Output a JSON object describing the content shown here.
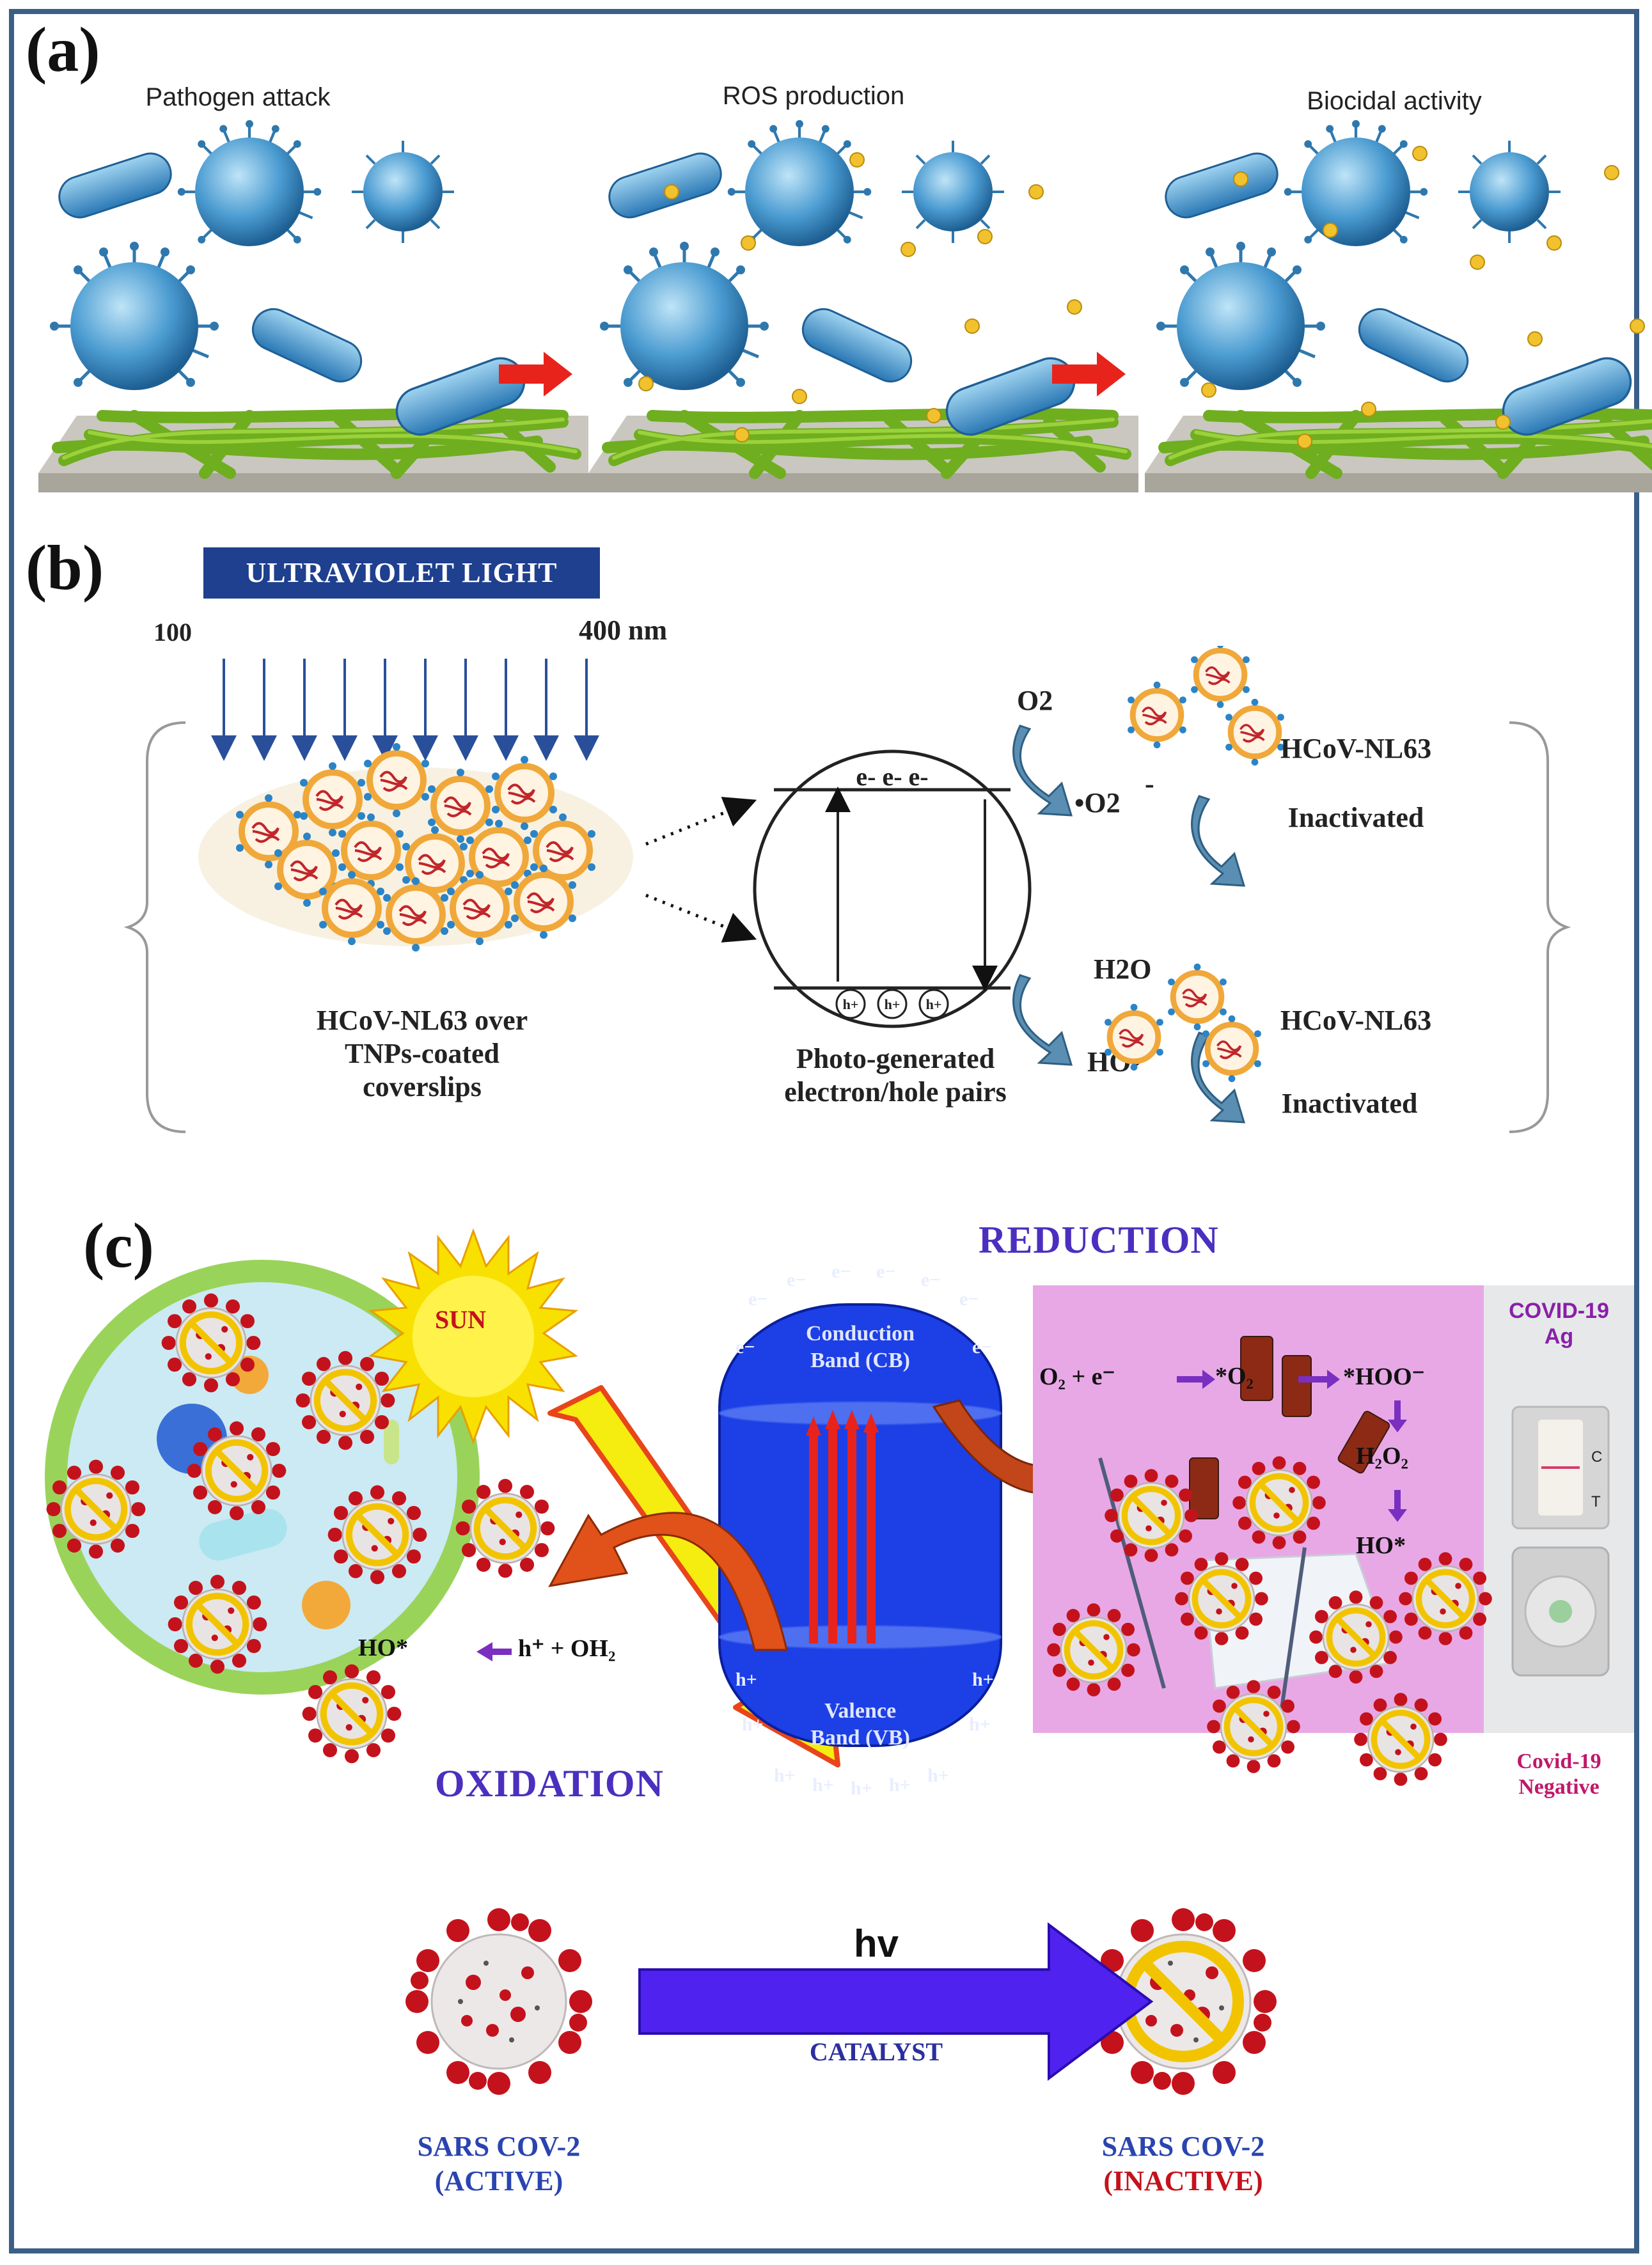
{
  "panel_a": {
    "letter": "(a)",
    "stages": [
      "Pathogen attack",
      "ROS production",
      "Biocidal activity"
    ]
  },
  "panel_b": {
    "letter": "(b)",
    "uv_banner": "ULTRAVIOLET LIGHT",
    "wl_start": "100",
    "wl_end": "400 nm",
    "left_caption": [
      "HCoV-NL63 over",
      "TNPs-coated",
      "coverslips"
    ],
    "band_electrons": "e-  e-  e-",
    "band_holes": [
      "h+",
      "h+",
      "h+"
    ],
    "band_caption": [
      "Photo-generated",
      "electron/hole pairs"
    ],
    "o2": "O2",
    "superoxide": "•O2",
    "superoxide_sup": "-",
    "h2o": "H2O",
    "hydroxyl": "HO•",
    "virus_label_top": "HCoV-NL63",
    "inactivated_top": "Inactivated",
    "virus_label_bottom": "HCoV-NL63",
    "inactivated_bottom": "Inactivated"
  },
  "panel_c": {
    "letter": "(c)",
    "sun": "SUN",
    "reduction": "REDUCTION",
    "oxidation": "OXIDATION",
    "cb_label": [
      "Conduction",
      "Band (CB)"
    ],
    "vb_label": [
      "Valence",
      "Band (VB)"
    ],
    "electron": "e−",
    "hole": "h+",
    "ho_star_left": "HO*",
    "h_oh2": "h⁺ + OH₂",
    "o2_e": "O₂ + e⁻",
    "o2_radical": "*O₂",
    "hoo": "*HOO⁻",
    "h2o2": "H₂O₂",
    "ho_star_right": "HO*",
    "test_title": [
      "COVID-19",
      "Ag"
    ],
    "test_marks": [
      "C",
      "T"
    ],
    "test_result": [
      "Covid-19",
      "Negative"
    ]
  },
  "bottom": {
    "hv": "hv",
    "catalyst": "CATALYST",
    "active": [
      "SARS COV-2",
      "(ACTIVE)"
    ],
    "inactive": [
      "SARS COV-2",
      "(INACTIVE)"
    ]
  },
  "colors": {
    "frame": "#3b5f86",
    "uv_banner": "#1f3f8f",
    "band_blue": "#1d3fe6",
    "violet_text": "#4b2fbf",
    "virus_red": "#c4121c",
    "test_magenta": "#c0186a",
    "arrow_red": "#e8231c",
    "swoosh_blue": "#5a8fb3",
    "arrow_orange": "#e0521a"
  }
}
